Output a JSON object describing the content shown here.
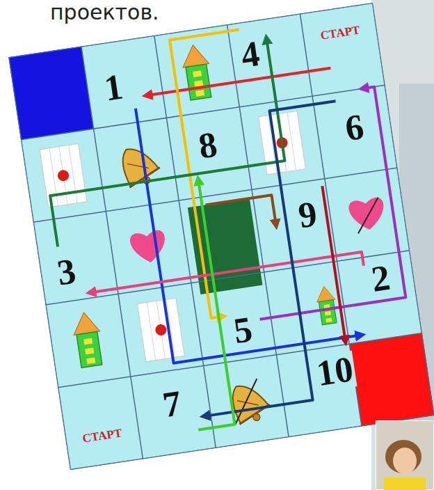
{
  "diagram": {
    "title": "проектов.",
    "labels": [
      "СТАРТ",
      "4",
      "1",
      "6",
      "8",
      "9",
      "3",
      "2",
      "5",
      "10",
      "7",
      "СТАРТ"
    ]
  }
}
